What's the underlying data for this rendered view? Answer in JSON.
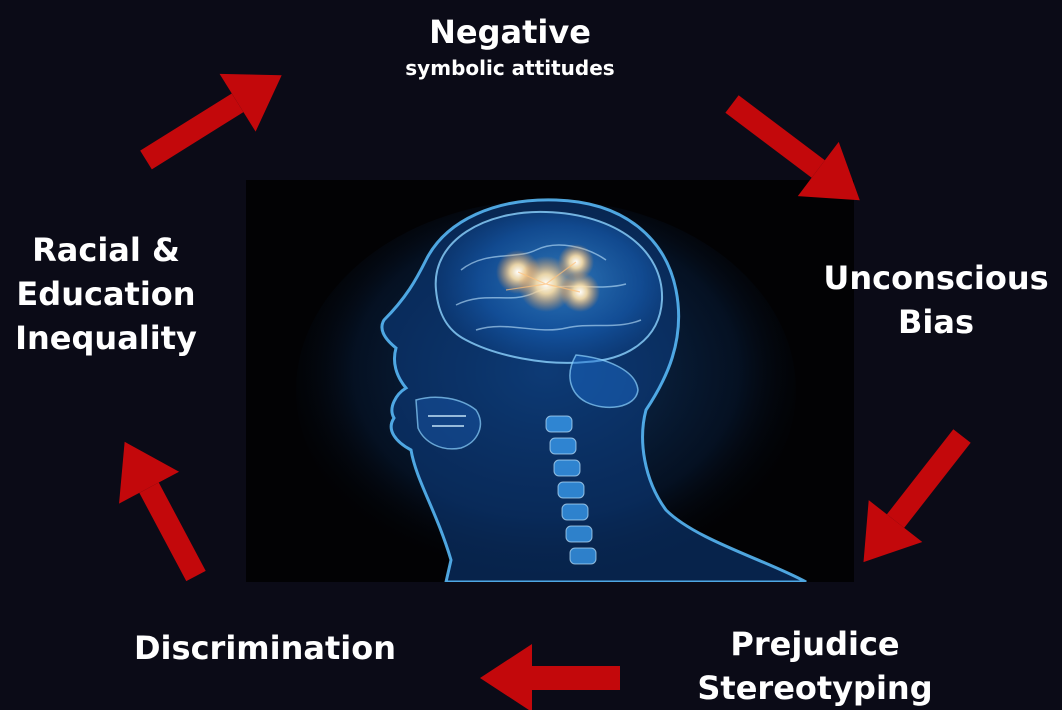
{
  "diagram": {
    "nodes": [
      {
        "id": "negative",
        "lines": [
          "Negative",
          "symbolic attitudes"
        ]
      },
      {
        "id": "bias",
        "lines": [
          "Unconscious",
          "Bias"
        ]
      },
      {
        "id": "prejudice",
        "lines": [
          "Prejudice",
          "Stereotyping"
        ]
      },
      {
        "id": "discrimination",
        "lines": [
          "Discrimination"
        ]
      },
      {
        "id": "racial",
        "lines": [
          "Racial &",
          "Education",
          "Inequality"
        ]
      }
    ],
    "edges": [
      {
        "from": "racial",
        "to": "negative"
      },
      {
        "from": "negative",
        "to": "bias"
      },
      {
        "from": "bias",
        "to": "prejudice"
      },
      {
        "from": "prejudice",
        "to": "discrimination"
      },
      {
        "from": "discrimination",
        "to": "racial"
      }
    ],
    "center_image": "glowing-brain-skull-x-ray",
    "colors": {
      "background": "#0b0b17",
      "arrow": "#c3080b",
      "text": "#ffffff",
      "glow": "#3ea8ff"
    }
  }
}
